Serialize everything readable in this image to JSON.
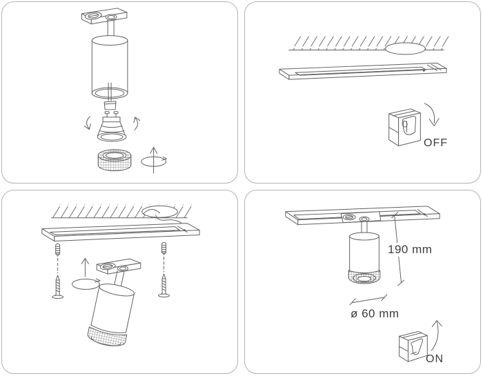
{
  "colors": {
    "line": "#606060",
    "text": "#3d3d3d",
    "panel_border": "#b3b3b3",
    "background": "#ffffff"
  },
  "panels": {
    "step1": {
      "name": "lamp-assembly-exploded-view",
      "icons": [
        "track-adapter",
        "spotlight-cylinder",
        "gu10-bulb",
        "insert-arrows",
        "honeycomb-ring",
        "rotate-axis-arrow"
      ]
    },
    "step2": {
      "name": "switch-power-off",
      "switch_label": "OFF",
      "icons": [
        "ceiling-hatch",
        "mounting-hole-ellipse",
        "track-bar",
        "power-switch",
        "curved-down-arrow"
      ]
    },
    "step3": {
      "name": "mount-track-and-attach-lamp",
      "icons": [
        "ceiling-hatch",
        "power-wire",
        "track-bar",
        "wall-anchor",
        "screw",
        "up-arrow",
        "rotate-ellipse-arrow",
        "lamp-assembly"
      ]
    },
    "step4": {
      "name": "installed-lamp-power-on",
      "switch_label": "ON",
      "height_dimension": "190 mm",
      "diameter_dimension": "ø 60 mm",
      "icons": [
        "track-bar",
        "mounted-spotlight",
        "dimension-lines",
        "power-switch",
        "curved-up-arrow"
      ]
    }
  }
}
